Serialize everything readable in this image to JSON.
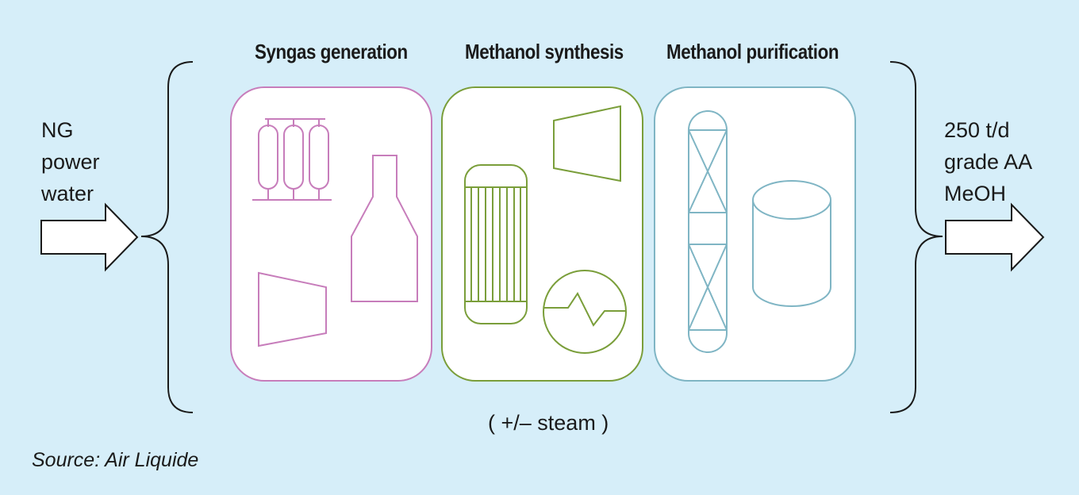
{
  "inputs": [
    "NG",
    "power",
    "water"
  ],
  "outputs": [
    "250 t/d",
    "grade AA",
    "MeOH"
  ],
  "stages": [
    {
      "title": "Syngas generation",
      "color": "#c77dbb"
    },
    {
      "title": "Methanol synthesis",
      "color": "#7a9e3a"
    },
    {
      "title": "Methanol purification",
      "color": "#7fb5c4"
    }
  ],
  "steam_note": "( +/– steam )",
  "source": "Source: Air Liquide"
}
